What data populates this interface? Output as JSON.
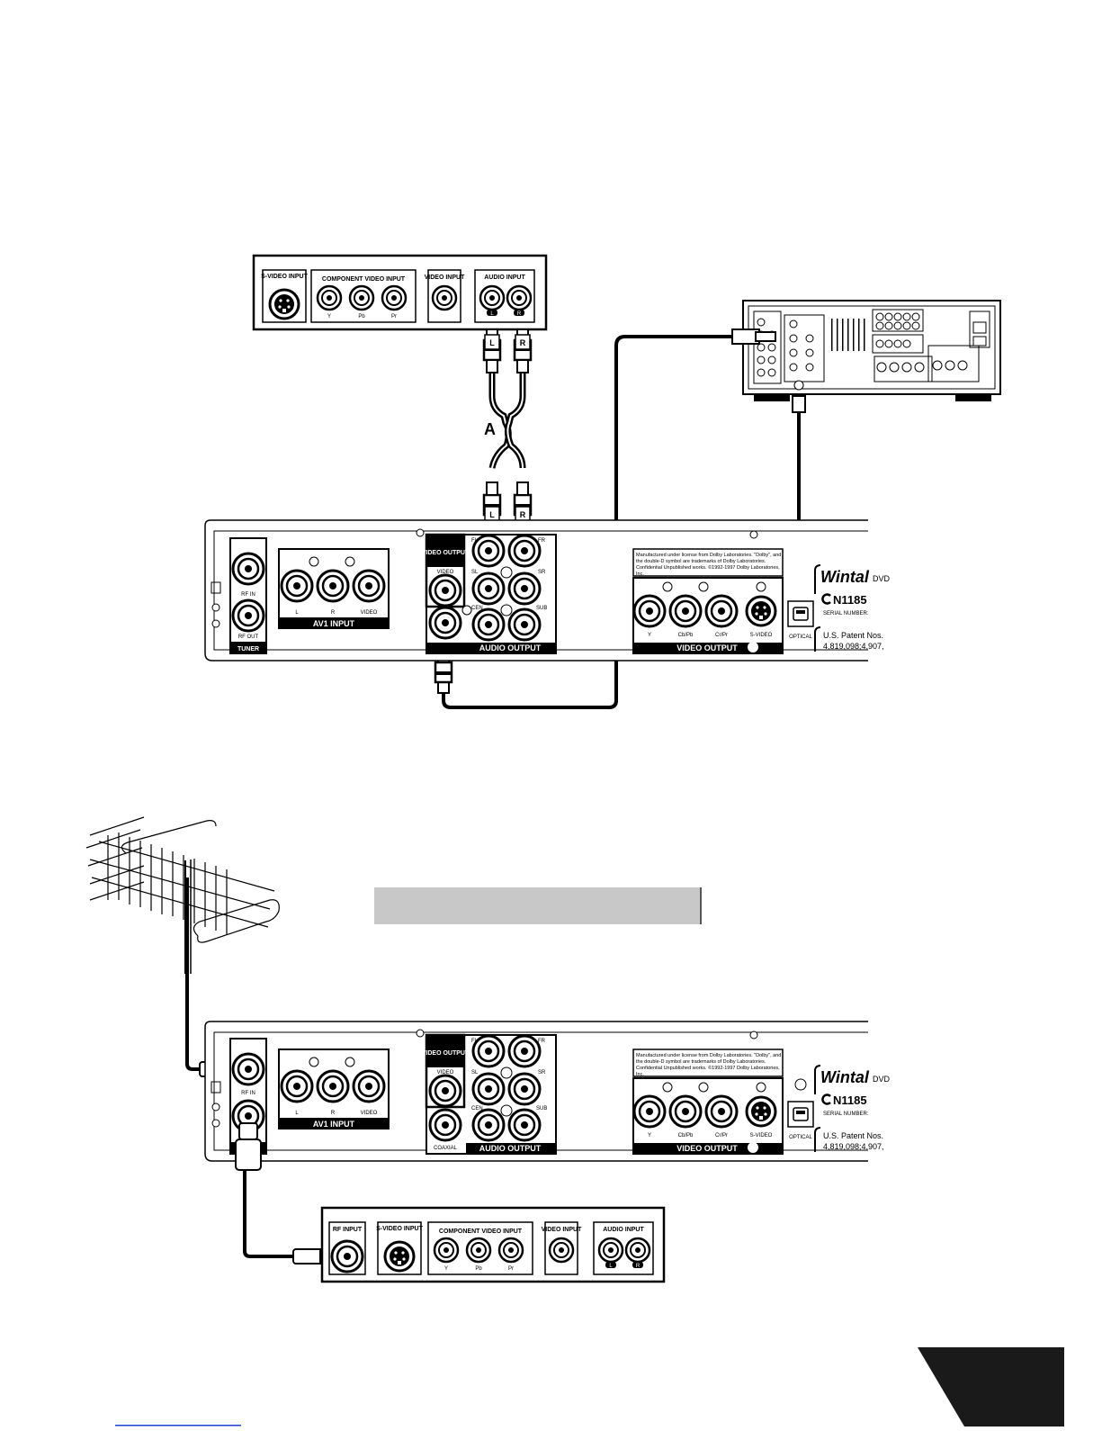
{
  "colors": {
    "ink": "#000000",
    "caption_bar": "#c8c8c8",
    "bottom_triangle": "#1a1a1a",
    "link_line": "#1f3fd1"
  },
  "tv": {
    "svideo": "S-VIDEO INPUT",
    "component": "COMPONENT VIDEO INPUT",
    "y": "Y",
    "pb": "Pb",
    "pr": "Pr",
    "video": "VIDEO INPUT",
    "audio": "AUDIO INPUT",
    "audio_l": "L",
    "audio_r": "R",
    "rf": "RF INPUT"
  },
  "cable": {
    "label": "A",
    "l": "L",
    "r": "R"
  },
  "dvd": {
    "rf_in": "RF IN",
    "rf_out": "RF OUT",
    "tuner": "TUNER",
    "av1_l": "L",
    "av1_r": "R",
    "av1_video": "VIDEO",
    "av1": "AV1 INPUT",
    "video_output": "VIDEO OUTPUT",
    "video": "VIDEO",
    "fl": "FL",
    "fr": "FR",
    "sl": "SL",
    "sr": "SR",
    "cen": "CEN",
    "sub": "SUB",
    "coaxial": "COAXIAL",
    "audio_output": "AUDIO OUTPUT",
    "dolby_1": "Manufactured under license from Dolby Laboratories. \"Dolby\", and",
    "dolby_2": "the double-D symbol are trademarks of Dolby Laboratories.",
    "dolby_3": "Confidential Unpublished works. ©1992-1997 Dolby Laboratories,",
    "dolby_4": "Inc.",
    "comp_y": "Y",
    "comp_cb": "Cb/Pb",
    "comp_cr": "Cr/Pr",
    "comp_sv": "S-VIDEO",
    "comp_out": "VIDEO OUTPUT",
    "optical": "OPTICAL",
    "brand": "Wintal",
    "brand_suffix": "DVD",
    "model": "N1185",
    "serial": "SERIAL NUMBER:",
    "patent_1": "U.S. Patent Nos.",
    "patent_2": "4,819,098;4,907,"
  }
}
